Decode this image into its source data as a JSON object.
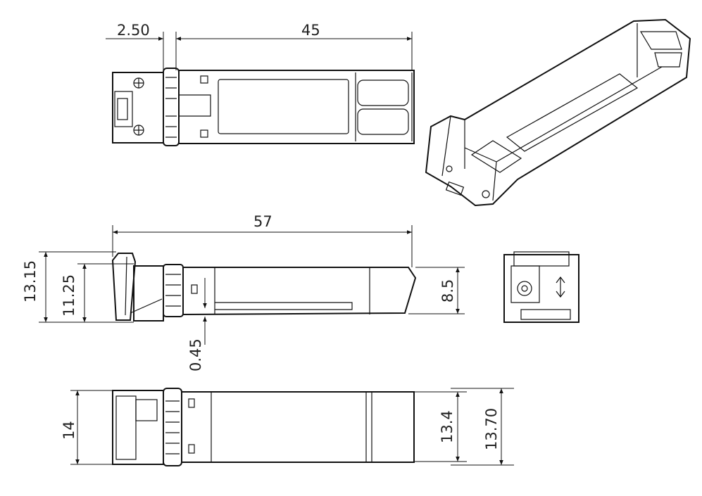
{
  "title": "SFP module dimension drawing",
  "dimensions": {
    "latch_offset": "2.50",
    "body_length": "45",
    "overall_length": "57",
    "overall_height": "13.15",
    "bail_height": "11.25",
    "body_height": "8.5",
    "gap": "0.45",
    "bail_width": "14",
    "body_width": "13.4",
    "overall_width": "13.70"
  },
  "colors": {
    "line": "#111111",
    "background": "#ffffff"
  }
}
